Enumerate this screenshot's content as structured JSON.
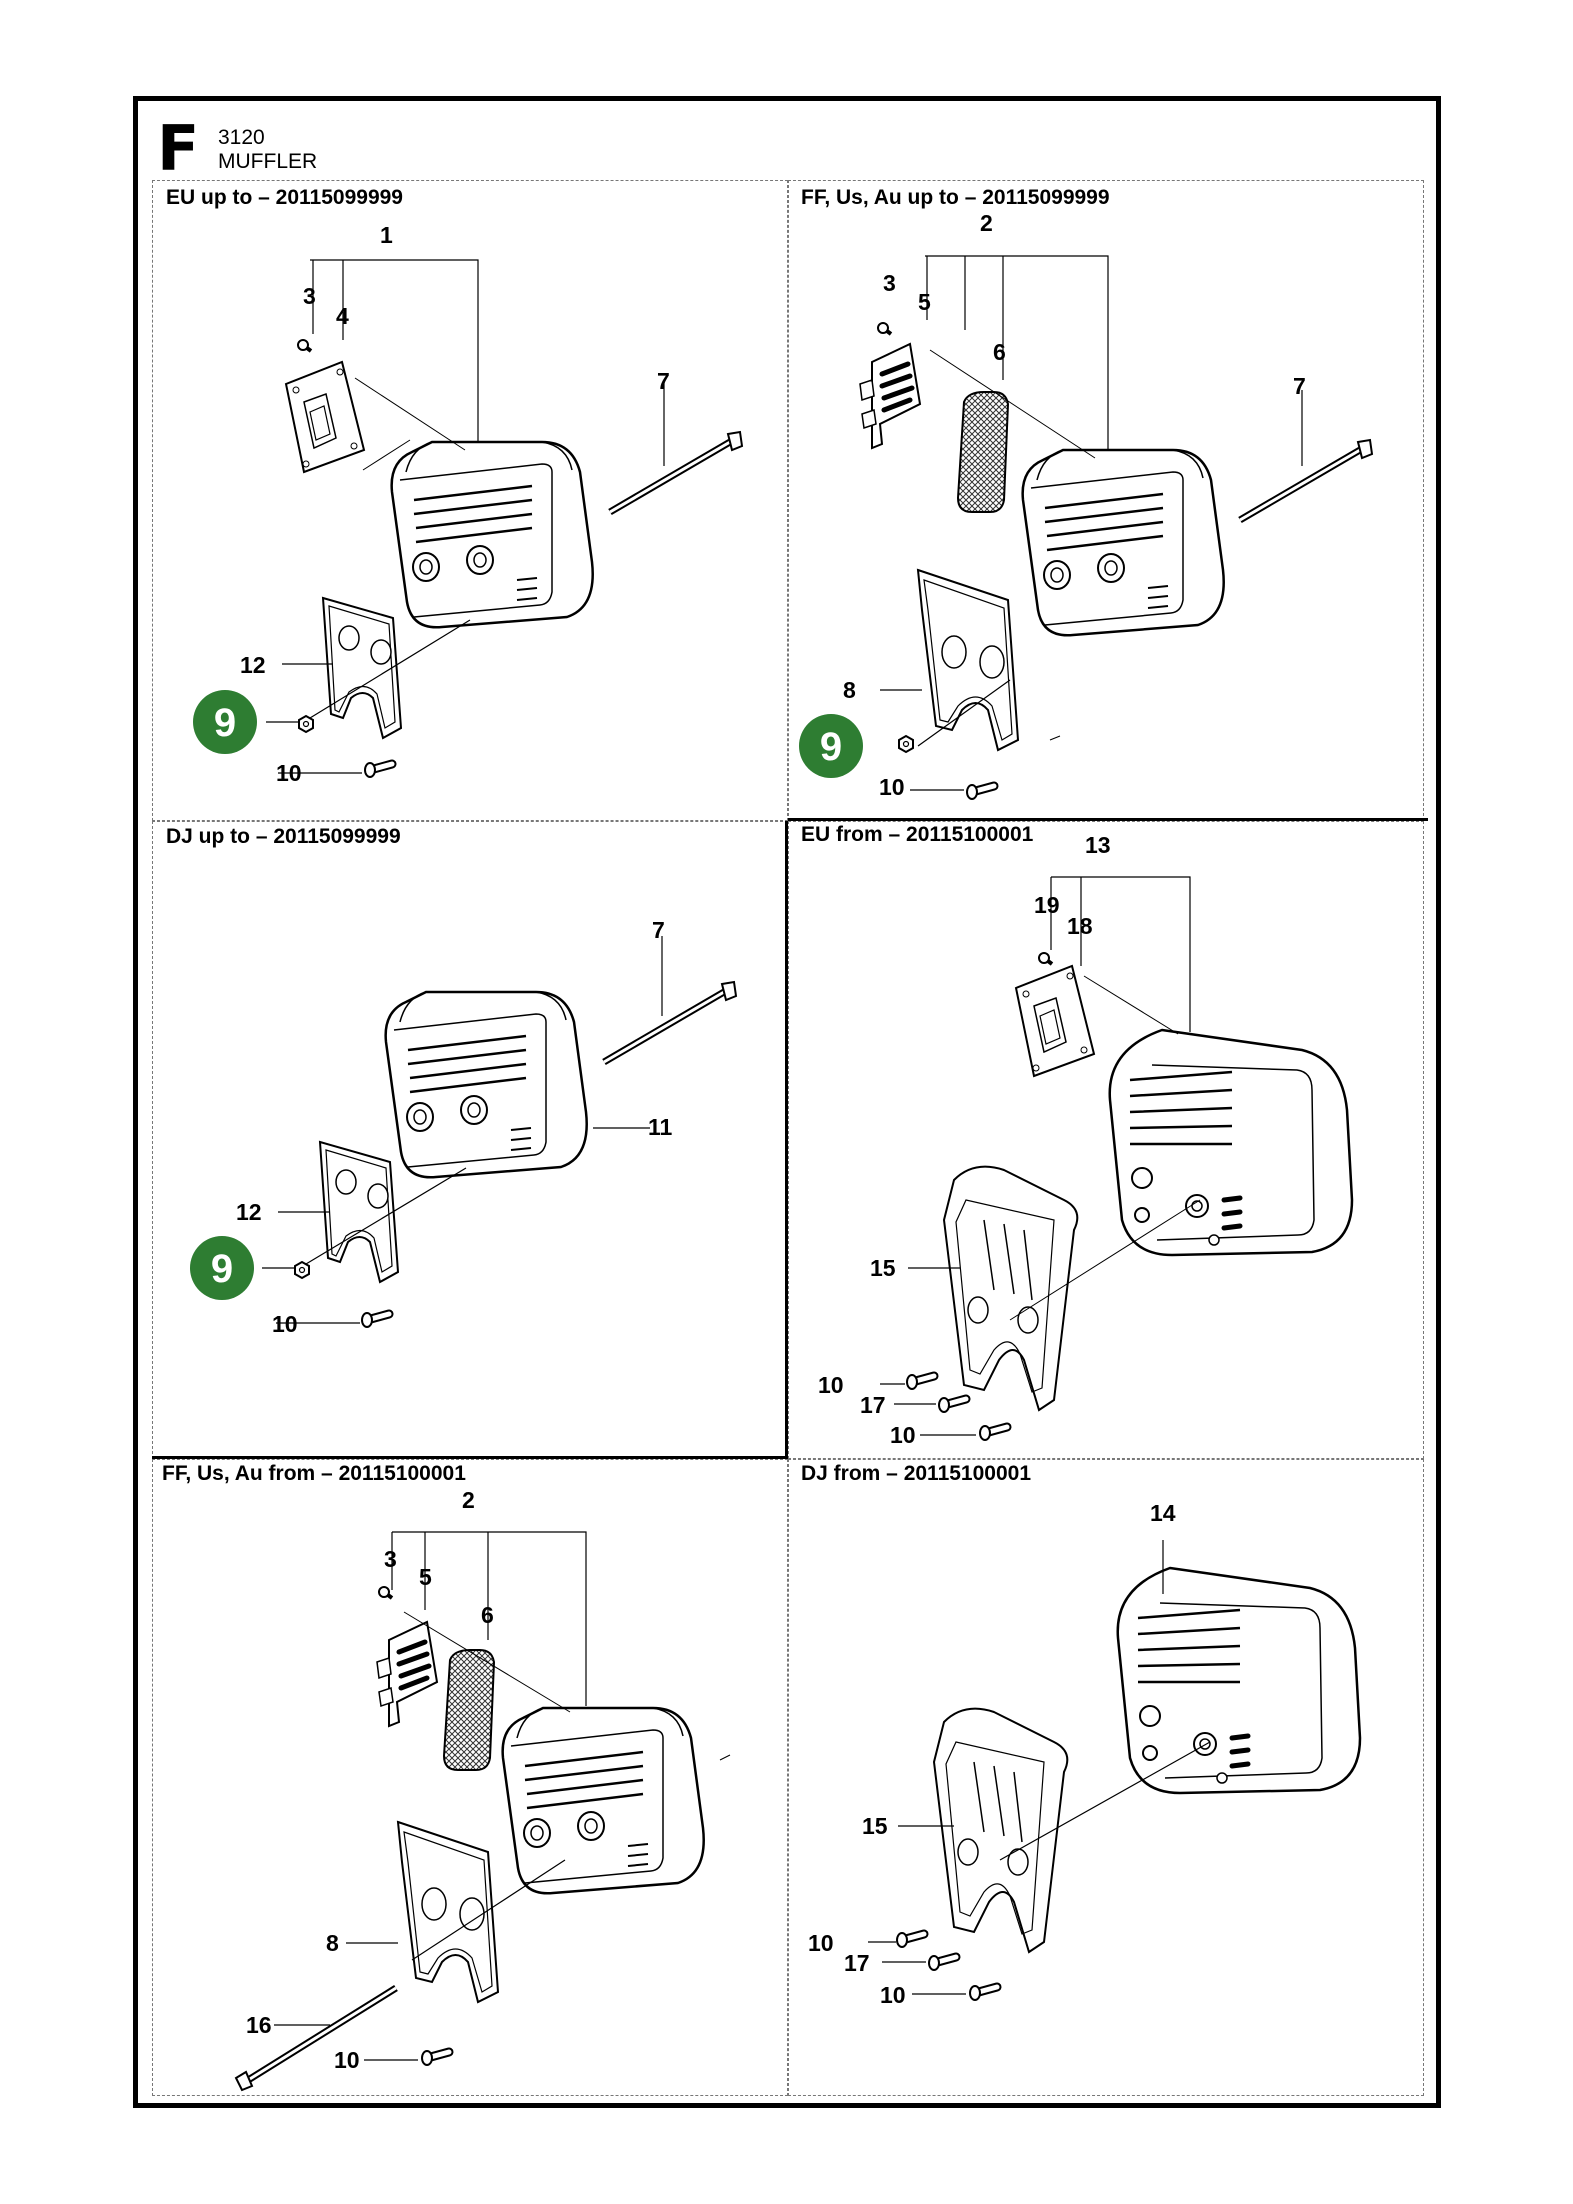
{
  "section": {
    "letter": "F",
    "number": "3120",
    "title": "MUFFLER"
  },
  "panels": [
    {
      "label": "EU up to – 20115099999"
    },
    {
      "label": "FF, Us, Au up to – 20115099999"
    },
    {
      "label": "DJ up to – 20115099999"
    },
    {
      "label": "EU from – 20115100001"
    },
    {
      "label": "FF, Us, Au from – 20115100001"
    },
    {
      "label": "DJ from – 20115100001"
    }
  ],
  "badge_label": "9",
  "badge_color": "#2e7d32",
  "callouts": {
    "p1": [
      "1",
      "3",
      "4",
      "7",
      "12",
      "10"
    ],
    "p2": [
      "2",
      "3",
      "5",
      "6",
      "7",
      "8",
      "10"
    ],
    "p3": [
      "7",
      "11",
      "12",
      "10"
    ],
    "p4": [
      "13",
      "19",
      "18",
      "15",
      "10",
      "17",
      "10"
    ],
    "p5": [
      "2",
      "3",
      "5",
      "6",
      "8",
      "16",
      "10"
    ],
    "p6": [
      "14",
      "15",
      "10",
      "17",
      "10"
    ]
  }
}
